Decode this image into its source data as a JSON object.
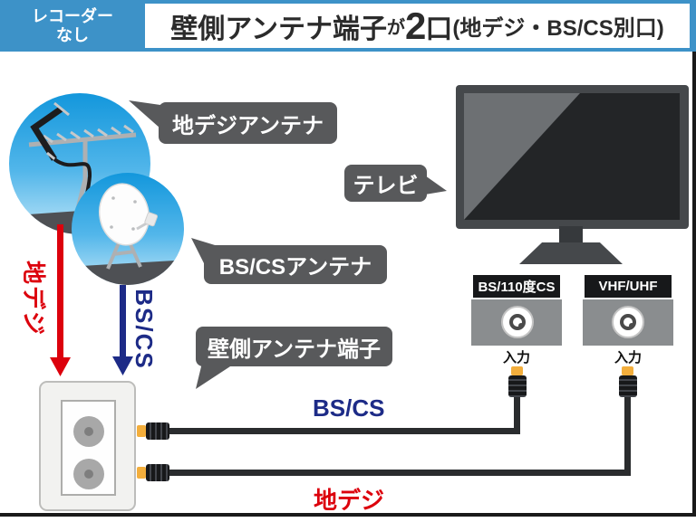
{
  "header": {
    "badge_line1": "レコーダー",
    "badge_line2": "なし",
    "title_main": "壁側アンテナ端子",
    "title_ga": "が",
    "title_count": "2",
    "title_kuchi": "口",
    "title_paren": "(地デジ・BS/CS別口)"
  },
  "bubbles": {
    "terrestrial_antenna": "地デジアンテナ",
    "bscs_antenna": "BS/CSアンテナ",
    "tv": "テレビ",
    "wall_terminal": "壁側アンテナ端子"
  },
  "flow_labels": {
    "terrestrial_down": "地デジ",
    "bscs_down": "BS/CS"
  },
  "tv_rear": {
    "bs_port": {
      "title": "BS/110度CS",
      "input": "入力"
    },
    "vhf_port": {
      "title": "VHF/UHF",
      "input": "入力"
    }
  },
  "cable_labels": {
    "bscs": "BS/CS",
    "terrestrial": "地デジ"
  },
  "colors": {
    "header_blue": "#3D92C8",
    "terrestrial_red": "#DC000C",
    "bscs_navy": "#1D2B87",
    "bubble_gray": "#58595B",
    "cable_black": "#2A2C2E",
    "connector_gold": "#F3AE3C",
    "circle_sky_top": "#1397DC",
    "circle_sky_bottom": "#BCE4F7"
  }
}
